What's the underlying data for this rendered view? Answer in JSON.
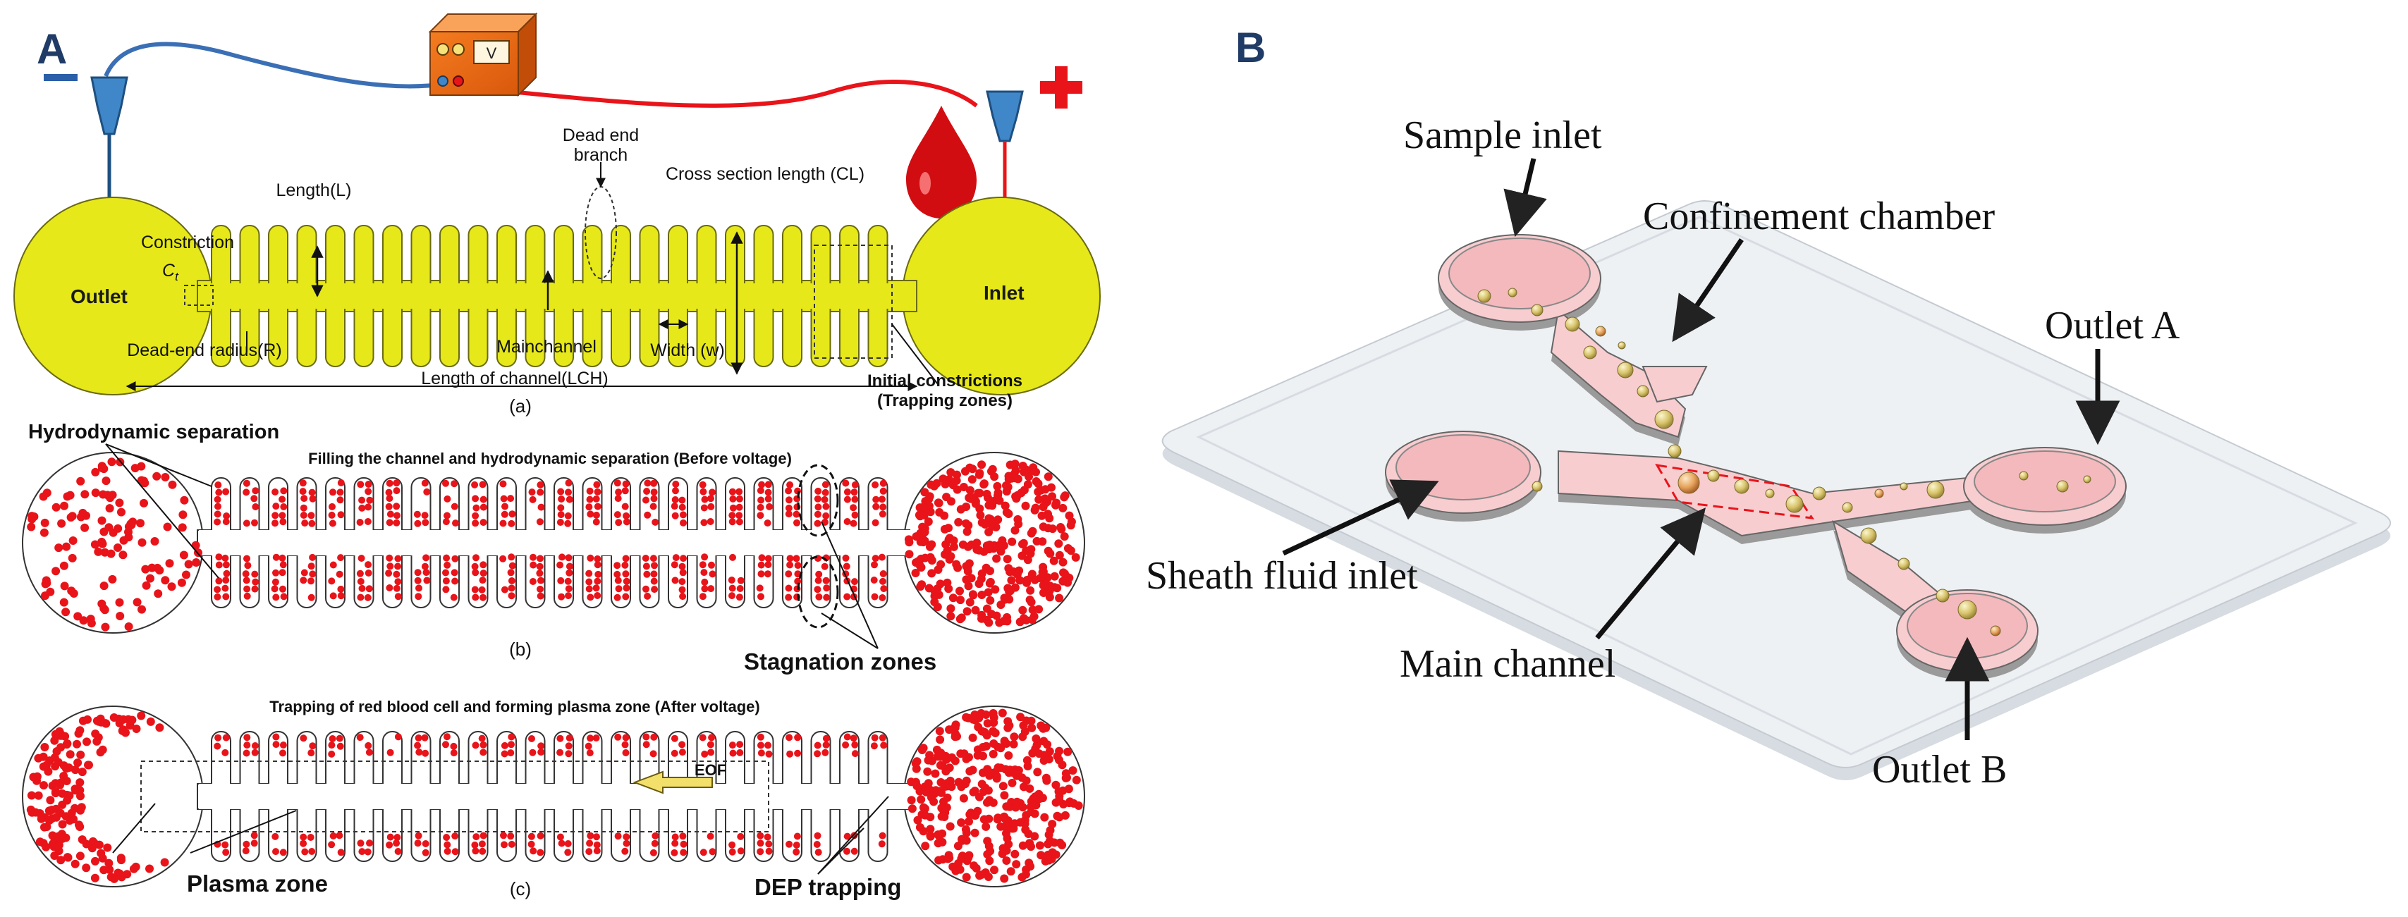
{
  "panel_a": {
    "letter": "A",
    "meter_label": "V",
    "plus_sign": "+",
    "sub_a": {
      "dead_end_branch_1": "Dead end",
      "dead_end_branch_2": "branch",
      "length": "Length(L)",
      "cross_section": "Cross section length (CL)",
      "constriction": "Constriction",
      "ct_main": "C",
      "ct_sub": "t",
      "outlet": "Outlet",
      "inlet": "Inlet",
      "mainchannel": "Mainchannel",
      "width": "Width (w)",
      "dead_end_radius": "Dead-end radius(R)",
      "length_of_channel": "Length of channel(LCH)",
      "initial_constrictions_1": "Initial constrictions",
      "initial_constrictions_2": "(Trapping zones)",
      "caption": "(a)"
    },
    "sub_b": {
      "hydrodynamic_separation": "Hydrodynamic separation",
      "filling_title": "Filling the channel and hydrodynamic separation (Before voltage)",
      "stagnation_zones": "Stagnation zones",
      "caption": "(b)"
    },
    "sub_c": {
      "trapping_title": "Trapping of red blood cell  and forming plasma zone (After voltage)",
      "eof": "EOF",
      "plasma_zone": "Plasma zone",
      "dep_trapping": "DEP trapping",
      "caption": "(c)"
    }
  },
  "panel_b": {
    "letter": "B",
    "sample_inlet": "Sample inlet",
    "confinement_chamber": "Confinement chamber",
    "outlet_a": "Outlet A",
    "sheath_fluid_inlet": "Sheath fluid inlet",
    "main_channel": "Main channel",
    "outlet_b": "Outlet B"
  },
  "colors": {
    "chip_yellow": "#e6e81a",
    "blood_red": "#e8141a",
    "wire_blue": "#3b6fb5",
    "chamber_pink": "#f7cdd0",
    "glass": "#e9ecf0",
    "bead": "#d8c36a"
  }
}
